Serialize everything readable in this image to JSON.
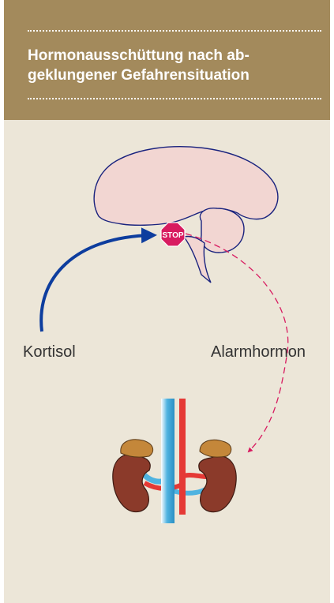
{
  "header": {
    "title": "Hormonausschüttung nach ab-\ngeklungener Gefahrensituation"
  },
  "diagram": {
    "stop_sign_text": "STOP",
    "labels": {
      "left_arrow": "Kortisol",
      "right_arrow": "Alarmhormon"
    },
    "colors": {
      "header_background": "#a38a5c",
      "panel_background": "#ece6d8",
      "brain_fill": "#f2d6d2",
      "brain_outline": "#1a237e",
      "kortisol_arrow": "#0d3d9e",
      "alarmhormon_arrow": "#d81b60",
      "stop_sign": "#d81b60",
      "kidney": "#8b3a2a",
      "adrenal_gland": "#c4873a",
      "artery": "#e53935",
      "vein": "#4fb3e0"
    }
  }
}
